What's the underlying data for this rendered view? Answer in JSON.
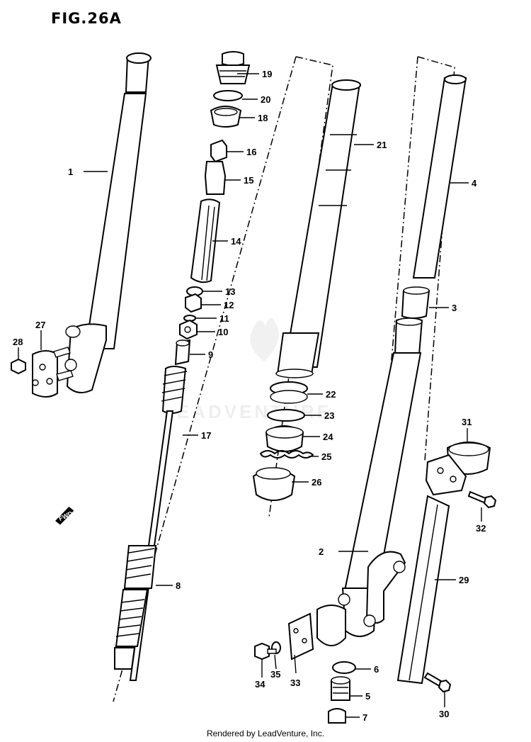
{
  "figure": {
    "title": "FIG.26A",
    "footer": "Rendered by LeadVenture, Inc.",
    "watermark": "LEADVENTURE"
  },
  "callouts": {
    "p1": "1",
    "p2": "2",
    "p3": "3",
    "p4": "4",
    "p5": "5",
    "p6": "6",
    "p7": "7",
    "p8": "8",
    "p9": "9",
    "p10": "10",
    "p11": "11",
    "p12": "12",
    "p13": "13",
    "p14": "14",
    "p15": "15",
    "p16": "16",
    "p17": "17",
    "p18": "18",
    "p19": "19",
    "p20": "20",
    "p21": "21",
    "p22": "22",
    "p23": "23",
    "p24": "24",
    "p25": "25",
    "p26": "26",
    "p27": "27",
    "p28": "28",
    "p29": "29",
    "p30": "30",
    "p31": "31",
    "p32": "32",
    "p33": "33",
    "p34": "34",
    "p35": "35"
  },
  "direction_marker": "FWD"
}
